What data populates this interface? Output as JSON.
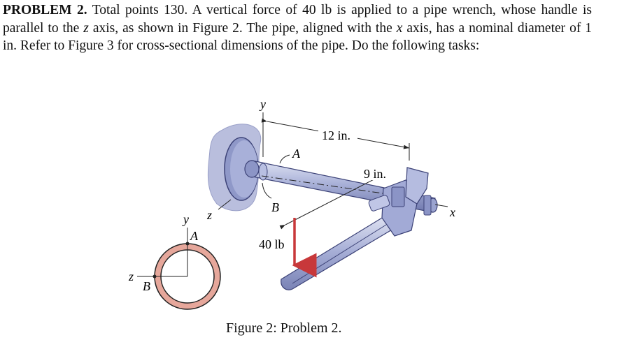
{
  "problem": {
    "heading": "PROBLEM 2.",
    "text_1": "Total points 130. A vertical force of 40 lb is applied to a pipe wrench, whose handle is parallel to the",
    "var_z": "z",
    "text_2": "axis, as shown in Figure 2. The pipe, aligned with the",
    "var_x": "x",
    "text_3": "axis, has a nominal diameter of 1 in. Refer to Figure 3 for cross-sectional dimensions of the pipe. Do the following tasks:"
  },
  "figure": {
    "labels": {
      "y_main": "y",
      "z_main": "z",
      "x_main": "x",
      "A_main": "A",
      "B_main": "B",
      "dim_12": "12 in.",
      "dim_9": "9 in.",
      "force": "40 lb",
      "y_cs": "y",
      "z_cs": "z",
      "A_cs": "A",
      "B_cs": "B"
    },
    "colors": {
      "wall": "#b9bedd",
      "pipe": "#9aa3cf",
      "force_arrow": "#c8383a",
      "ring": "#e6a79b"
    },
    "caption": "Figure 2: Problem 2."
  }
}
